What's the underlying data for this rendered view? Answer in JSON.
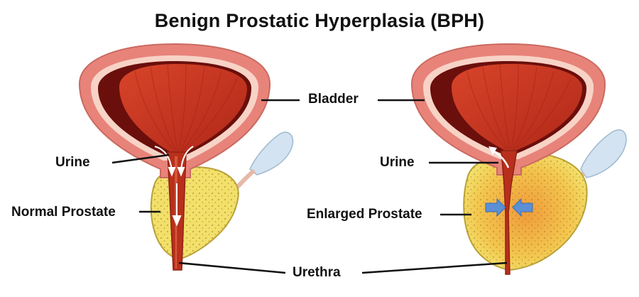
{
  "title": "Benign Prostatic Hyperplasia (BPH)",
  "labels": {
    "bladder": "Bladder",
    "urine_left": "Urine",
    "urine_right": "Urine",
    "normal_prostate": "Normal Prostate",
    "enlarged_prostate": "Enlarged Prostate",
    "urethra": "Urethra"
  },
  "colors": {
    "bladder_wall": "#e8837a",
    "bladder_lining": "#f7d3c6",
    "bladder_muscle": "#c0311d",
    "bladder_shadow": "#6b0f0c",
    "prostate": "#f2e06a",
    "prostate_enlarged_core": "#f0a040",
    "urethra": "#b8301c",
    "seminal_vesicle": "#cfe0ee",
    "pointer_lines": "#111111",
    "compression_arrows": "#5b8fd6"
  }
}
